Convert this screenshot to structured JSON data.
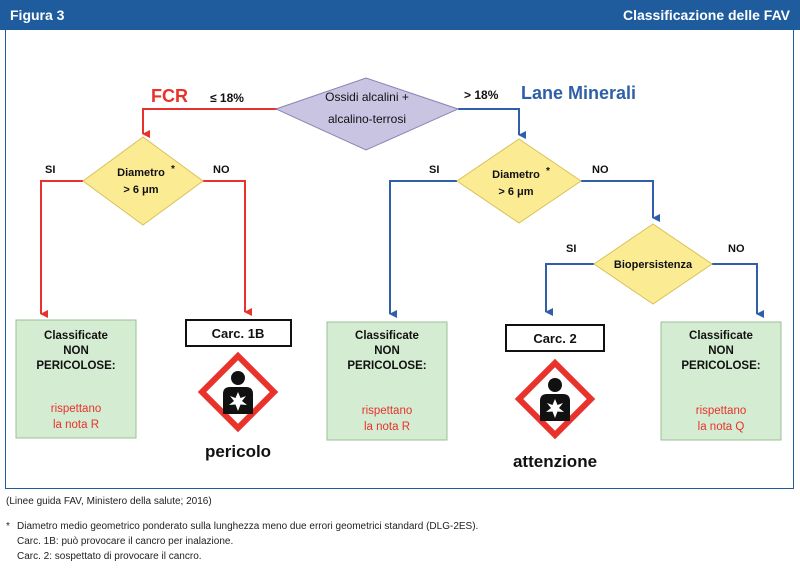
{
  "header": {
    "figure_label": "Figura 3",
    "title": "Classificazione delle FAV"
  },
  "diagram": {
    "root": {
      "line1": "Ossidi alcalini +",
      "line2": "alcalino-terrosi"
    },
    "left_branch": {
      "name": "FCR",
      "condition": "≤ 18%"
    },
    "right_branch": {
      "condition": "> 18%",
      "name": "Lane Minerali"
    },
    "decision_left": {
      "line1": "Diametro",
      "asterisk": "*",
      "line2": "> 6 μm",
      "yes": "SI",
      "no": "NO"
    },
    "decision_right": {
      "line1": "Diametro",
      "asterisk": "*",
      "line2": "> 6 μm",
      "yes": "SI",
      "no": "NO"
    },
    "decision_bio": {
      "label": "Biopersistenza",
      "yes": "SI",
      "no": "NO"
    },
    "box1": {
      "l1": "Classificate",
      "l2": "NON",
      "l3": "PERICOLOSE:",
      "r1": "rispettano",
      "r2": "la nota R"
    },
    "box2": {
      "l1": "Classificate",
      "l2": "NON",
      "l3": "PERICOLOSE:",
      "r1": "rispettano",
      "r2": "la nota R"
    },
    "box3": {
      "l1": "Classificate",
      "l2": "NON",
      "l3": "PERICOLOSE:",
      "r1": "rispettano",
      "r2": "la nota Q"
    },
    "carc1": {
      "label": "Carc. 1B",
      "hazard_icon": "health-hazard-icon",
      "caption": "pericolo"
    },
    "carc2": {
      "label": "Carc. 2",
      "hazard_icon": "health-hazard-icon",
      "caption": "attenzione"
    }
  },
  "colors": {
    "header": "#1f5c9e",
    "fcr_red": "#e8322b",
    "mineral_blue": "#2f5fa8",
    "decision_yellow": "#fbeb93",
    "root_lavender": "#c9c4e2",
    "box_green": "#d4ecd1",
    "hazard_red": "#e8322b"
  },
  "footer": {
    "source": "(Linee guida FAV, Ministero della salute; 2016)",
    "note_star": "*",
    "note1": "Diametro medio geometrico ponderato sulla lunghezza meno due errori geometrici standard (DLG-2ES).",
    "note2": "Carc. 1B: può provocare il cancro per inalazione.",
    "note3": "Carc. 2: sospettato di provocare il cancro."
  }
}
